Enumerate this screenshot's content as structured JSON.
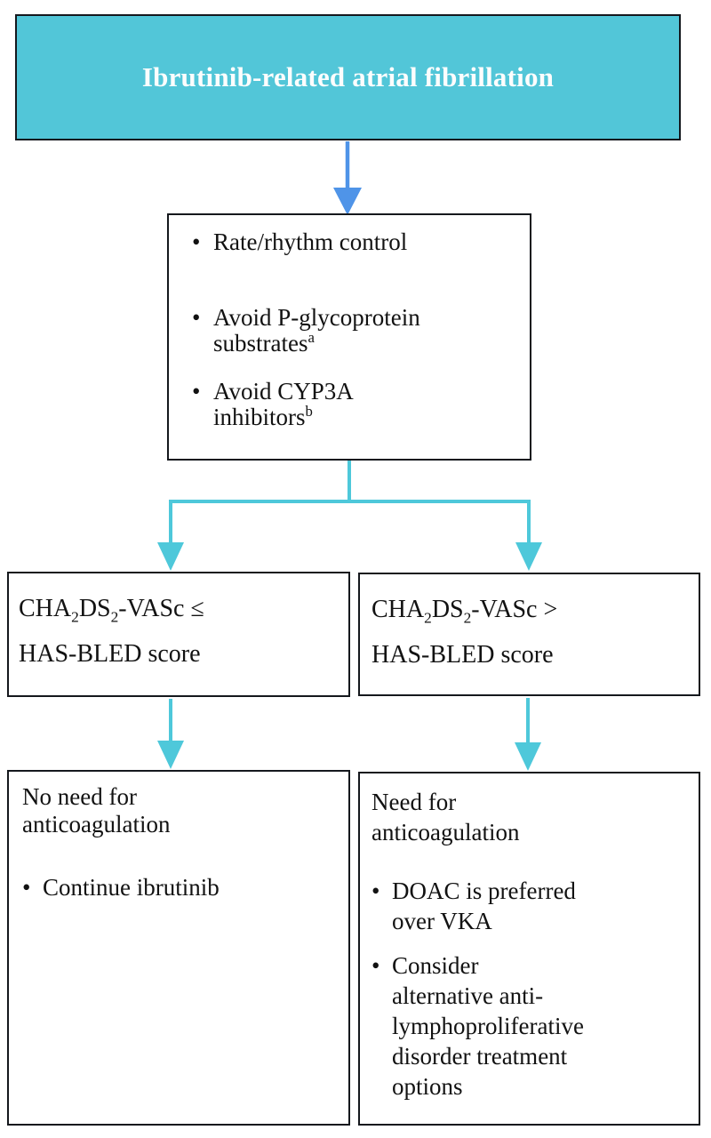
{
  "title_box": {
    "label": "Ibrutinib-related atrial fibrillation"
  },
  "management_box": {
    "items": [
      {
        "lines": [
          "Rate/rhythm control"
        ]
      },
      {
        "lines": [
          "Avoid P-glycoprotein",
          "substrates"
        ],
        "sup": "a"
      },
      {
        "lines": [
          "Avoid CYP3A",
          "inhibitors"
        ],
        "sup": "b"
      }
    ]
  },
  "decision_left": {
    "formula": {
      "t1": "CHA",
      "sub1": "2",
      "t2": "DS",
      "sub2": "2",
      "t3": "-VASc ≤"
    },
    "line2": "HAS-BLED score"
  },
  "decision_right": {
    "formula": {
      "t1": "CHA",
      "sub1": "2",
      "t2": "DS",
      "sub2": "2",
      "t3": "-VASc >"
    },
    "line2": "HAS-BLED score"
  },
  "outcome_left": {
    "heading_lines": [
      "No need for",
      "anticoagulation"
    ],
    "items": [
      {
        "lines": [
          "Continue ibrutinib"
        ]
      }
    ]
  },
  "outcome_right": {
    "heading_lines": [
      "Need for",
      "anticoagulation"
    ],
    "items": [
      {
        "lines": [
          "DOAC is preferred",
          "over VKA"
        ]
      },
      {
        "lines": [
          "Consider",
          "alternative anti-",
          "lymphoproliferative",
          "disorder treatment",
          "options"
        ]
      }
    ]
  },
  "icons": {
    "bullet": "•"
  },
  "colors": {
    "box_fill_teal": "#52c6d8",
    "arrow_blue": "#4f94e8",
    "arrow_cyan": "#4ec8da",
    "border_dark": "#15181d"
  }
}
